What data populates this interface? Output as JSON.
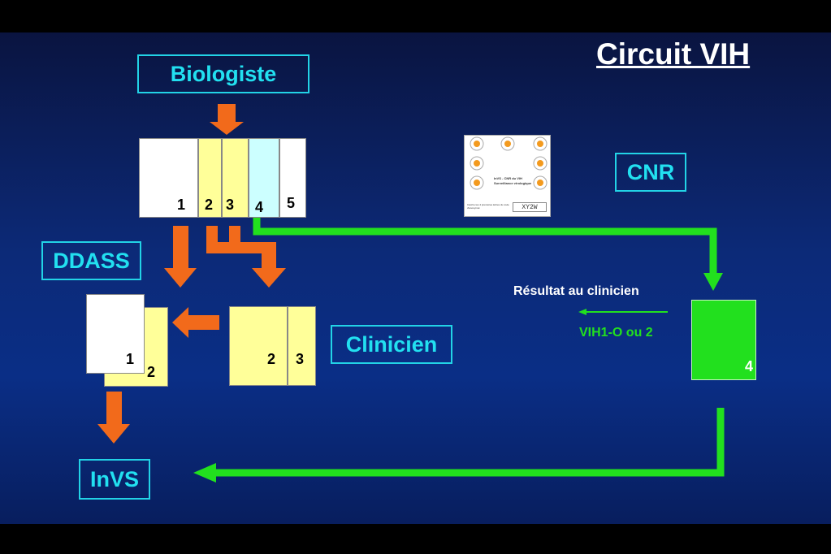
{
  "title": "Circuit VIH",
  "nodes": {
    "biologiste": "Biologiste",
    "cnr": "CNR",
    "ddass": "DDASS",
    "clinicien": "Clinicien",
    "invs": "InVS"
  },
  "form_parts": {
    "p1": "1",
    "p2": "2",
    "p3": "3",
    "p4": "4",
    "p5": "5"
  },
  "ddass_parts": {
    "p1": "1",
    "p2": "2"
  },
  "clinicien_parts": {
    "p2": "2",
    "p3": "3"
  },
  "cnr_part": "4",
  "labels": {
    "resultat": "Résultat au clinicien",
    "vih": "VIH1-O ou 2"
  },
  "thumbnail": {
    "line1": "InVS - CNR du VIH",
    "line2": "Surveillance virologique",
    "caption": "Inscrire les 4 premières lettres du code d'anonymat",
    "code": "XY2W"
  },
  "colors": {
    "orange": "#f26a1b",
    "green": "#22e01e",
    "cyan": "#22d3e6",
    "yellow": "#ffff99",
    "light_cyan": "#ccffff"
  }
}
